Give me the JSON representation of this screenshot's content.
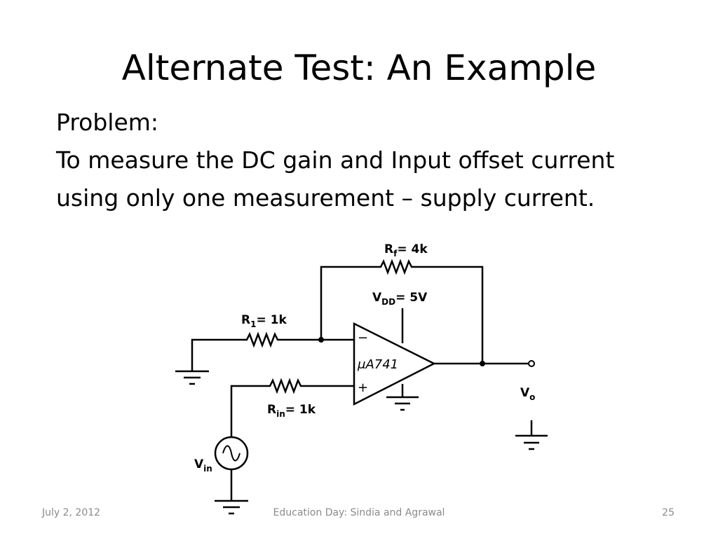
{
  "slide": {
    "title": "Alternate Test: An Example",
    "body": {
      "heading": "Problem:",
      "line1": "To measure the DC gain and Input offset current",
      "line2": "using only one measurement – supply current."
    }
  },
  "circuit": {
    "rf": {
      "main": "R",
      "sub": "f",
      "value": "= 4k"
    },
    "vdd": {
      "main": "V",
      "sub": "DD",
      "value": "= 5V"
    },
    "r1": {
      "main": "R",
      "sub": "1",
      "value": "= 1k"
    },
    "rin": {
      "main": "R",
      "sub": "in",
      "value": "= 1k"
    },
    "opamp": {
      "label": "μA741",
      "minus": "−",
      "plus": "+"
    },
    "vin": {
      "main": "V",
      "sub": "in"
    },
    "vo": {
      "main": "V",
      "sub": "o"
    }
  },
  "footer": {
    "date": "July 2, 2012",
    "center": "Education Day: Sindia and Agrawal",
    "page": "25"
  }
}
